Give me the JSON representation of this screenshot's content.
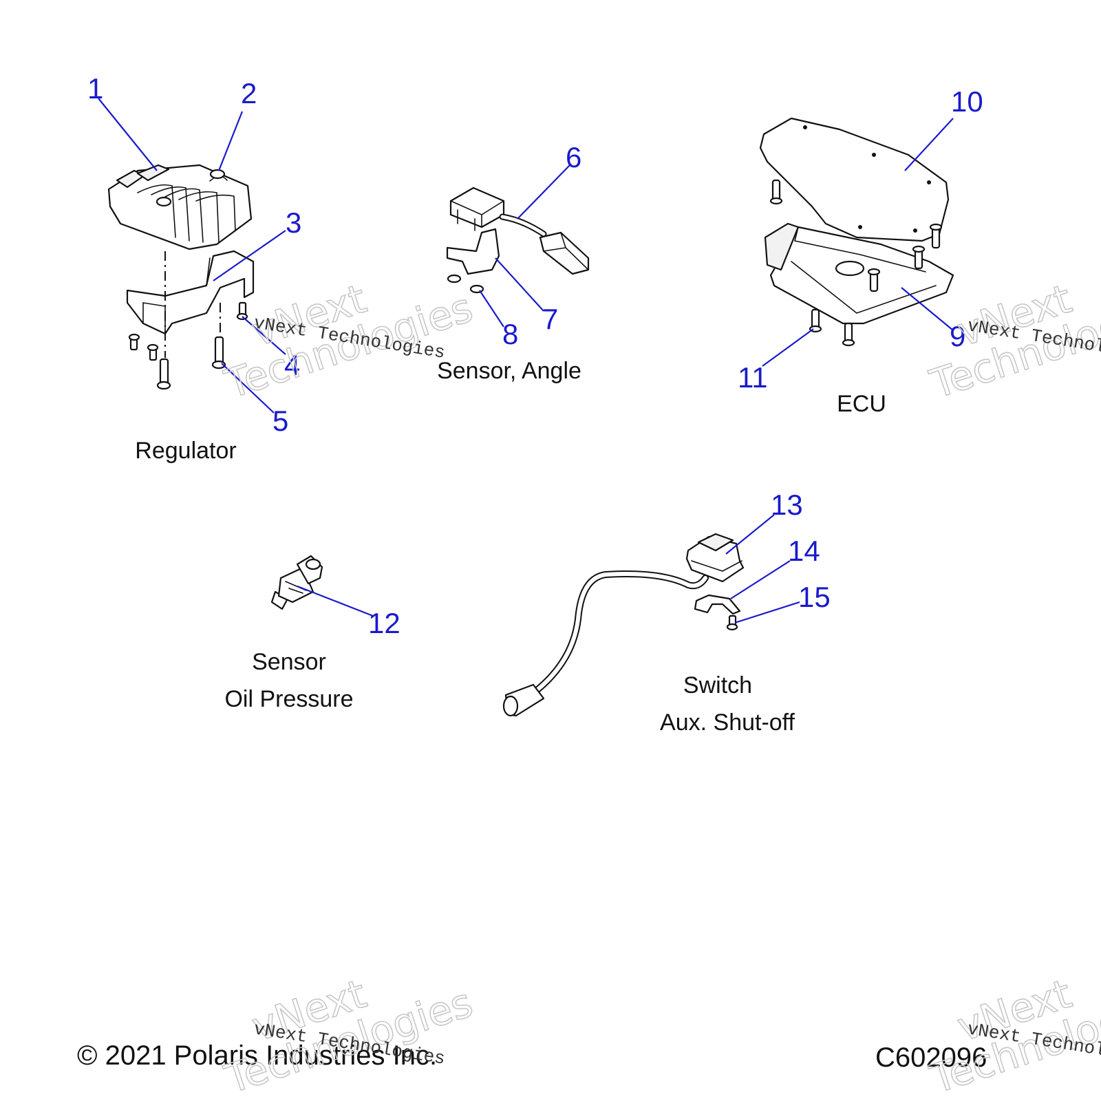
{
  "groups": [
    {
      "id": "regulator",
      "caption": [
        "Regulator"
      ]
    },
    {
      "id": "angle-sensor",
      "caption": [
        "Sensor, Angle"
      ]
    },
    {
      "id": "ecu",
      "caption": [
        "ECU"
      ]
    },
    {
      "id": "oil-pressure-sensor",
      "caption": [
        "Sensor",
        "Oil Pressure"
      ]
    },
    {
      "id": "aux-shutoff-switch",
      "caption": [
        "Switch",
        "Aux. Shut-off"
      ]
    }
  ],
  "callouts": [
    "1",
    "2",
    "3",
    "4",
    "5",
    "6",
    "7",
    "8",
    "9",
    "10",
    "11",
    "12",
    "13",
    "14",
    "15"
  ],
  "copyright": "© 2021 Polaris Industries Inc.",
  "diagram_code": "C602096",
  "watermark": {
    "brand_big": [
      "vNext",
      "Technologies"
    ],
    "brand_small": "vNext Technologies"
  },
  "colors": {
    "callout": "#1a1acc",
    "line": "#111111",
    "watermark": "#c8c8c8"
  }
}
